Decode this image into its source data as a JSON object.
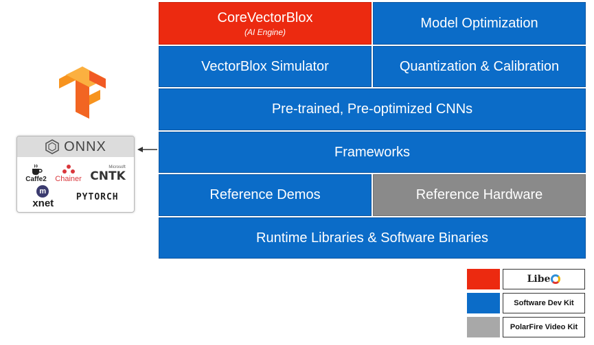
{
  "stack": {
    "core_vector_blox": {
      "label": "CoreVectorBlox",
      "sublabel": "(AI Engine)"
    },
    "model_optimization": "Model Optimization",
    "vectorblox_simulator": "VectorBlox Simulator",
    "quantization_calibration": "Quantization & Calibration",
    "pretrained_cnns": "Pre-trained, Pre-optimized CNNs",
    "frameworks": "Frameworks",
    "reference_demos": "Reference Demos",
    "reference_hardware": "Reference Hardware",
    "runtime_libraries": "Runtime Libraries & Software Binaries"
  },
  "framework_panel": {
    "header": "ONNX",
    "logos": {
      "caffe2": "Caffe2",
      "chainer": "Chainer",
      "cntk_vendor": "Microsoft",
      "cntk": "CNTK",
      "mxnet_mark": "m",
      "mxnet": "xnet",
      "pytorch": "PYTORCH"
    }
  },
  "legend": {
    "libero": {
      "text": "Libe",
      "color": "#ec2a10"
    },
    "sdk": {
      "label": "Software Dev Kit",
      "color": "#0b6cc8"
    },
    "video_kit": {
      "label": "PolarFire Video Kit",
      "color": "#a8a8a8"
    }
  },
  "colors": {
    "blue": "#0b6cc8",
    "red": "#ec2a10",
    "gray": "#8a8a8a",
    "tensorflow_orange": "#f7931e"
  },
  "icons": {
    "logo": "tensorflow-icon",
    "onnx": "onnx-icon",
    "arrow": "arrow-left-icon"
  }
}
